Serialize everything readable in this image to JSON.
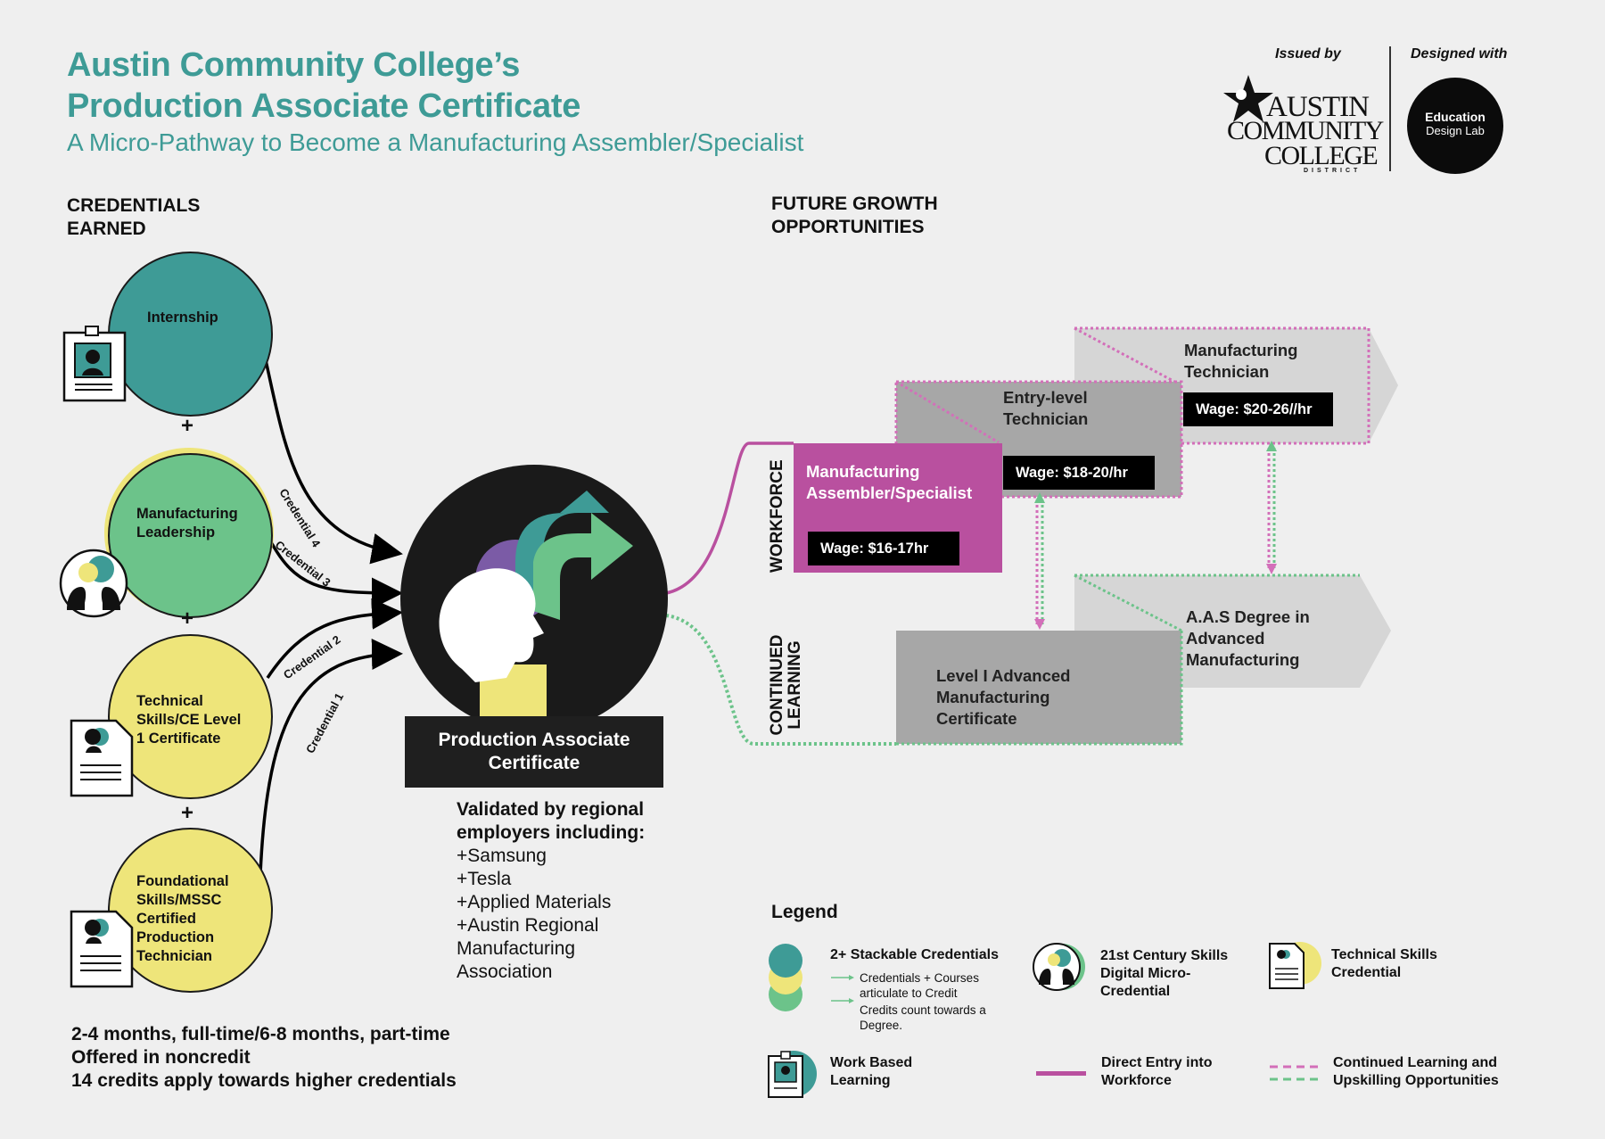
{
  "header": {
    "title_line1": "Austin Community College’s",
    "title_line2": "Production Associate Certificate",
    "subtitle": "A Micro-Pathway to Become a Manufacturing Assembler/Specialist",
    "issued_by": "Issued by",
    "designed_with": "Designed with",
    "acc_logo_line1": "AUSTIN",
    "acc_logo_line2": "COMMUNITY",
    "acc_logo_line3": "COLLEGE",
    "acc_logo_line4": "DISTRICT",
    "edl_line1": "Education",
    "edl_line2": "Design Lab"
  },
  "credentials": {
    "heading_line1": "CREDENTIALS",
    "heading_line2": "EARNED",
    "items": [
      {
        "label": "Internship",
        "color": "#3e9b96",
        "edge": "Credential 4"
      },
      {
        "label": "Manufacturing Leadership",
        "color": "#6cc38a",
        "edge": "Credential 3"
      },
      {
        "label": "Technical Skills/CE Level 1 Certificate",
        "color": "#eee57a",
        "edge": "Credential 2"
      },
      {
        "label": "Foundational Skills/MSSC Certified Production Technician",
        "color": "#eee57a",
        "edge": "Credential 1"
      }
    ],
    "plus": "+"
  },
  "center": {
    "certificate_line1": "Production Associate",
    "certificate_line2": "Certificate",
    "validated_line1": "Validated by regional",
    "validated_line2": "employers including:",
    "employers": [
      "+Samsung",
      "+Tesla",
      "+Applied Materials",
      "+Austin Regional",
      "Manufacturing",
      "Association"
    ]
  },
  "footer": {
    "line1": "2-4 months, full-time/6-8 months, part-time",
    "line2": "Offered in noncredit",
    "line3": "14 credits apply towards higher credentials"
  },
  "growth": {
    "heading_line1": "FUTURE GROWTH",
    "heading_line2": "OPPORTUNITIES",
    "workforce_label": "WORKFORCE",
    "continued_label_line1": "CONTINUED",
    "continued_label_line2": "LEARNING",
    "jobs": [
      {
        "title_line1": "Manufacturing",
        "title_line2": "Assembler/Specialist",
        "wage": "Wage: $16-17hr"
      },
      {
        "title_line1": "Entry-level",
        "title_line2": "Technician",
        "wage": "Wage: $18-20/hr"
      },
      {
        "title_line1": "Manufacturing",
        "title_line2": "Technician",
        "wage": "Wage: $20-26//hr"
      }
    ],
    "learning": [
      {
        "line1": "Level I Advanced",
        "line2": "Manufacturing",
        "line3": "Certificate"
      },
      {
        "line1": "A.A.S Degree in",
        "line2": "Advanced",
        "line3": "Manufacturing"
      }
    ]
  },
  "legend": {
    "title": "Legend",
    "stackable_title": "2+ Stackable Credentials",
    "stackable_note1_a": "Credentials + Courses",
    "stackable_note1_b": "articulate to Credit",
    "stackable_note2_a": "Credits count towards a",
    "stackable_note2_b": "Degree.",
    "skills21_line1": "21st Century Skills",
    "skills21_line2": "Digital Micro-",
    "skills21_line3": "Credential",
    "tech_line1": "Technical Skills",
    "tech_line2": "Credential",
    "wbl_line1": "Work Based",
    "wbl_line2": "Learning",
    "direct_line1": "Direct Entry into",
    "direct_line2": "Workforce",
    "cont_line1": "Continued Learning and",
    "cont_line2": "Upskilling Opportunities"
  },
  "colors": {
    "teal": "#3e9b96",
    "green": "#6cc38a",
    "yellow": "#eee57a",
    "magenta": "#b9509f",
    "purple": "#7b5ba6",
    "pink_dotted": "#d36fb9",
    "green_dotted": "#6cc38a"
  }
}
